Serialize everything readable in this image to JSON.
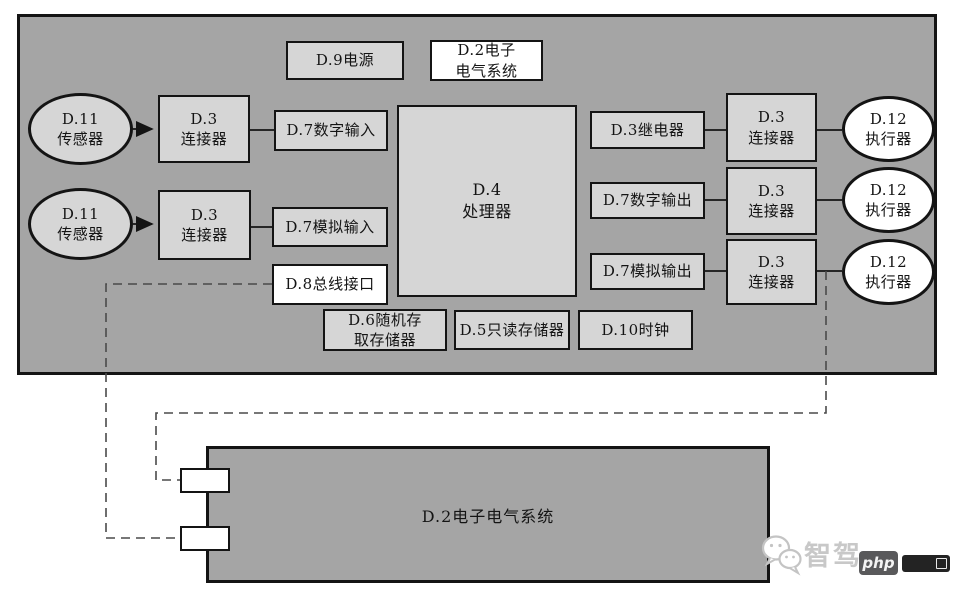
{
  "diagram": {
    "kind": "block-diagram",
    "colors": {
      "container_fill": "#a5a5a5",
      "box_fill": "#d6d6d6",
      "white_fill": "#ffffff",
      "border": "#141414",
      "dashed_line": "#4a4a4a"
    },
    "nodes": {
      "power": "D.9电源",
      "ee_system_top": "D.2电子\n电气系统",
      "sensor_top": "D.11\n传感器",
      "sensor_bottom": "D.11\n传感器",
      "connector_left_top": "D.3\n连接器",
      "connector_left_bottom": "D.3\n连接器",
      "digital_input": "D.7数字输入",
      "analog_input": "D.7模拟输入",
      "processor": "D.4\n处理器",
      "bus_interface": "D.8总线接口",
      "ram": "D.6随机存\n取存储器",
      "rom": "D.5只读存储器",
      "clock": "D.10时钟",
      "relay": "D.3继电器",
      "digital_output": "D.7数字输出",
      "analog_output": "D.7模拟输出",
      "connector_right_1": "D.3\n连接器",
      "connector_right_2": "D.3\n连接器",
      "connector_right_3": "D.3\n连接器",
      "actuator_1": "D.12\n执行器",
      "actuator_2": "D.12\n执行器",
      "actuator_3": "D.12\n执行器",
      "bottom_system": "D.2电子电气系统"
    },
    "watermark": {
      "brand": "智驾",
      "logo": "php"
    }
  }
}
